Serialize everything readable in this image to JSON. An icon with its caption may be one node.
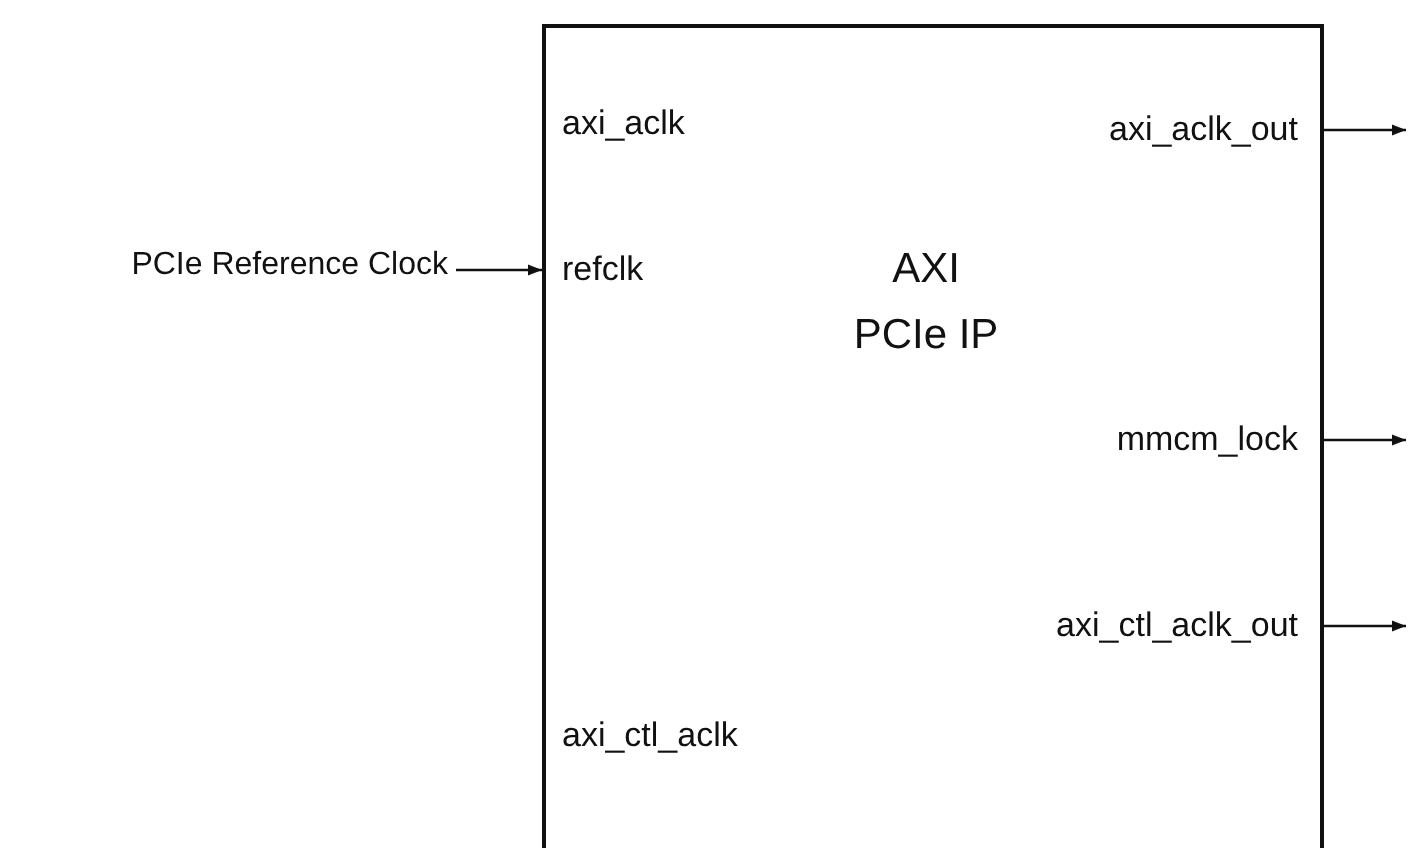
{
  "diagram": {
    "nodes": [
      {
        "text": [
          "AXI PCIe IP"
        ]
      },
      {
        "text": [
          "PCIe Reference Clock"
        ]
      }
    ],
    "edges": [
      {
        "from": 1,
        "to": 0,
        "arrow": "to"
      },
      {
        "from": 0,
        "to": null,
        "arrow": "to"
      },
      {
        "from": 0,
        "to": null,
        "arrow": "to"
      },
      {
        "from": 0,
        "to": null,
        "arrow": "to"
      }
    ],
    "labels": [
      "axi_aclk",
      "axi_aclk_out",
      "refclk",
      "mmcm_lock",
      "axi_ctl_aclk_out",
      "axi_ctl_aclk"
    ]
  }
}
